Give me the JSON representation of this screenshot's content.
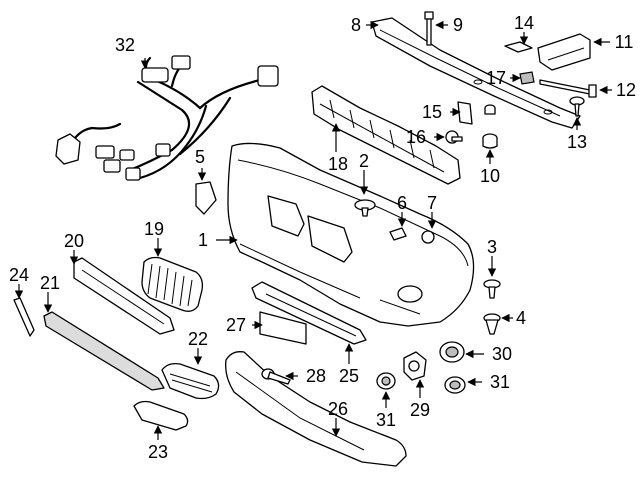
{
  "diagram": {
    "callouts": [
      {
        "id": "c1",
        "label": "1"
      },
      {
        "id": "c2",
        "label": "2"
      },
      {
        "id": "c3",
        "label": "3"
      },
      {
        "id": "c4",
        "label": "4"
      },
      {
        "id": "c5",
        "label": "5"
      },
      {
        "id": "c6",
        "label": "6"
      },
      {
        "id": "c7",
        "label": "7"
      },
      {
        "id": "c8",
        "label": "8"
      },
      {
        "id": "c9",
        "label": "9"
      },
      {
        "id": "c10",
        "label": "10"
      },
      {
        "id": "c11",
        "label": "11"
      },
      {
        "id": "c12",
        "label": "12"
      },
      {
        "id": "c13",
        "label": "13"
      },
      {
        "id": "c14",
        "label": "14"
      },
      {
        "id": "c15",
        "label": "15"
      },
      {
        "id": "c16",
        "label": "16"
      },
      {
        "id": "c17",
        "label": "17"
      },
      {
        "id": "c18",
        "label": "18"
      },
      {
        "id": "c19",
        "label": "19"
      },
      {
        "id": "c20",
        "label": "20"
      },
      {
        "id": "c21",
        "label": "21"
      },
      {
        "id": "c22",
        "label": "22"
      },
      {
        "id": "c23",
        "label": "23"
      },
      {
        "id": "c24",
        "label": "24"
      },
      {
        "id": "c25",
        "label": "25"
      },
      {
        "id": "c26",
        "label": "26"
      },
      {
        "id": "c27",
        "label": "27"
      },
      {
        "id": "c28",
        "label": "28"
      },
      {
        "id": "c29",
        "label": "29"
      },
      {
        "id": "c30",
        "label": "30"
      },
      {
        "id": "c31a",
        "label": "31"
      },
      {
        "id": "c31b",
        "label": "31"
      },
      {
        "id": "c32",
        "label": "32"
      }
    ]
  }
}
